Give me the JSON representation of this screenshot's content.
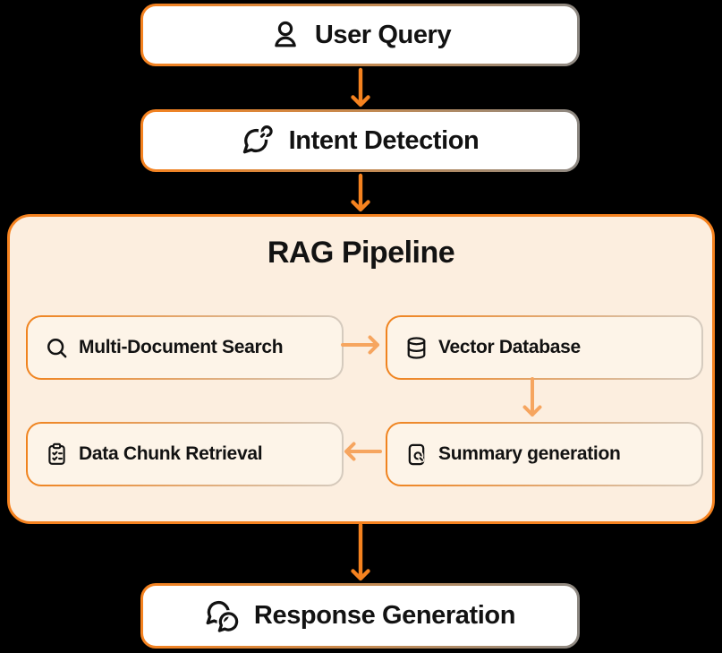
{
  "diagram": {
    "background_color": "#000000",
    "colors": {
      "accent_orange": "#F5821F",
      "light_orange": "#F6A55F",
      "border_gray": "#8E8983",
      "container_fill": "#FCEEDF",
      "container_border": "#F5821F",
      "inner_node_fill": "#FDF4E8",
      "inner_border_gray": "#D5CBBF",
      "node_fill": "#FFFFFF",
      "text_color": "#121212"
    },
    "nodes": {
      "user_query": {
        "label": "User Query",
        "icon": "user-icon"
      },
      "intent_detection": {
        "label": "Intent Detection",
        "icon": "chat-search-icon"
      },
      "response_generation": {
        "label": "Response Generation",
        "icon": "chat-bubbles-icon"
      }
    },
    "rag_pipeline": {
      "title": "RAG Pipeline",
      "nodes": {
        "multi_document_search": {
          "label": "Multi-Document Search",
          "icon": "search-icon"
        },
        "vector_database": {
          "label": "Vector Database",
          "icon": "database-icon"
        },
        "data_chunk_retrieval": {
          "label": "Data Chunk Retrieval",
          "icon": "clipboard-check-icon"
        },
        "summary_generation": {
          "label": "Summary generation",
          "icon": "file-search-icon"
        }
      }
    },
    "connections": [
      {
        "from": "user_query",
        "to": "intent_detection",
        "direction": "down"
      },
      {
        "from": "intent_detection",
        "to": "rag_pipeline",
        "direction": "down"
      },
      {
        "from": "multi_document_search",
        "to": "vector_database",
        "direction": "right"
      },
      {
        "from": "vector_database",
        "to": "summary_generation",
        "direction": "down"
      },
      {
        "from": "summary_generation",
        "to": "data_chunk_retrieval",
        "direction": "left"
      },
      {
        "from": "rag_pipeline",
        "to": "response_generation",
        "direction": "down"
      }
    ]
  }
}
